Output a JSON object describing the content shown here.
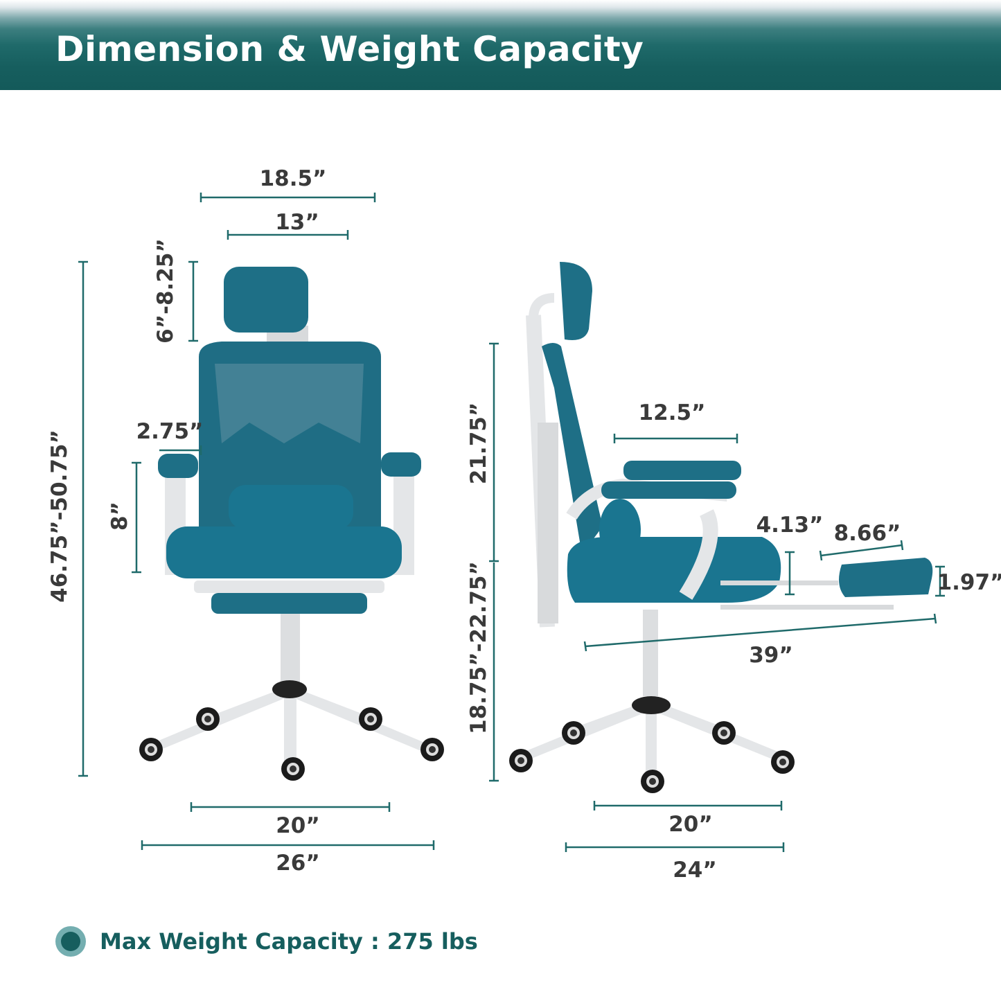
{
  "header": {
    "title": "Dimension & Weight Capacity"
  },
  "colors": {
    "accent": "#165e5e",
    "chair_fabric": "#1e6f86",
    "frame": "#e6e8ea",
    "dimension_text": "#3a3a3a"
  },
  "front_view": {
    "headrest_width": "13”",
    "back_width": "18.5”",
    "headrest_adjust": "6”-8.25”",
    "total_height": "46.75”-50.75”",
    "armrest_width": "2.75”",
    "armrest_height": "8”",
    "seat_width": "20”",
    "base_width": "26”"
  },
  "side_view": {
    "back_height": "21.75”",
    "seat_height": "18.75”-22.75”",
    "armrest_length": "12.5”",
    "footrest_drop": "4.13”",
    "footrest_depth": "8.66”",
    "footrest_thickness": "1.97”",
    "reclined_length": "39”",
    "seat_depth": "20”",
    "base_depth": "24”"
  },
  "capacity": {
    "label": "Max Weight Capacity",
    "value": ": 275 lbs"
  }
}
